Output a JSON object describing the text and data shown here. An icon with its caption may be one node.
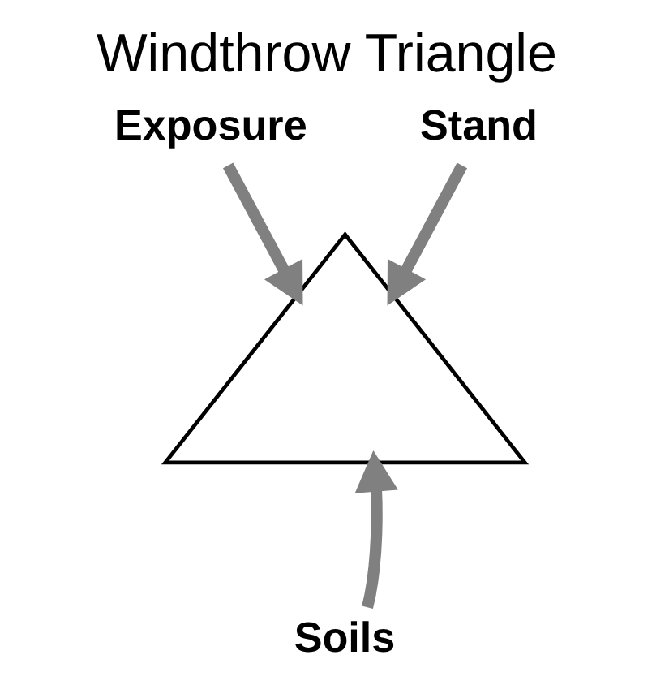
{
  "diagram": {
    "title": "Windthrow Triangle",
    "nodes": [
      {
        "text": [],
        "shape": "triangle"
      },
      {
        "text": [
          "Exposure"
        ]
      },
      {
        "text": [
          "Stand"
        ]
      },
      {
        "text": [
          "Soils"
        ]
      }
    ],
    "edges": [
      {
        "from": 1,
        "to": 0,
        "arrow": "to"
      },
      {
        "from": 2,
        "to": 0,
        "arrow": "to"
      },
      {
        "from": 3,
        "to": 0,
        "arrow": "to"
      }
    ]
  }
}
